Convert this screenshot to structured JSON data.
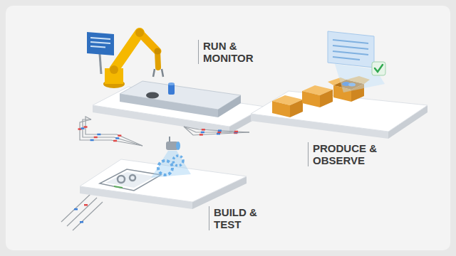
{
  "diagram": {
    "nodes": [
      {
        "text": [
          "RUN & MONITOR"
        ]
      },
      {
        "text": [
          "PRODUCE & OBSERVE"
        ]
      },
      {
        "text": [
          "BUILD & TEST"
        ]
      }
    ],
    "edges": [
      {
        "from": 2,
        "to": 0,
        "arrow": "none"
      },
      {
        "from": 0,
        "to": 1,
        "arrow": "none"
      }
    ]
  }
}
